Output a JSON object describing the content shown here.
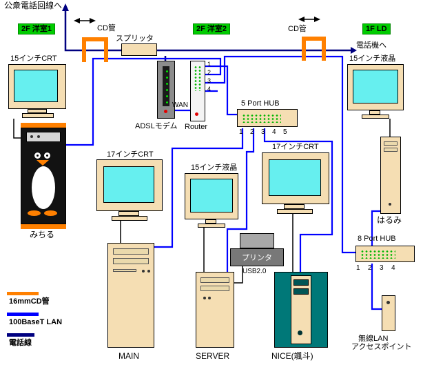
{
  "labels": {
    "public_phone_line": "公衆電話回線へ",
    "cd_pipe": "CD管",
    "splitter": "スプリッタ",
    "to_phone": "電話機へ",
    "wan": "WAN"
  },
  "rooms": [
    {
      "label": "2F 洋室1"
    },
    {
      "label": "2F 洋室2"
    },
    {
      "label": "1F LD"
    }
  ],
  "monitors": {
    "left_crt": "15インチCRT",
    "center_crt1": "17インチCRT",
    "center_lcd": "15インチ液晶",
    "center_crt2": "17インチCRT",
    "right_lcd": "15インチ液晶"
  },
  "devices": {
    "modem": {
      "label": "ADSLモデム"
    },
    "router": {
      "label": "Router",
      "ports": [
        "1",
        "2",
        "3",
        "4"
      ]
    },
    "hub5": {
      "label": "5 Port HUB",
      "ports": [
        "1",
        "2",
        "3",
        "4",
        "5"
      ]
    },
    "hub8": {
      "label": "8 Port HUB",
      "ports": [
        "1",
        "2",
        "3",
        "4"
      ]
    },
    "printer": {
      "label": "プリンタ",
      "interface": "USB2.0"
    },
    "access_point": {
      "line1": "無線LAN",
      "line2": "アクセスポイント"
    }
  },
  "computers": {
    "michiru": "みちる",
    "main": "MAIN",
    "server": "SERVER",
    "nice": "NICE(颯斗)",
    "harumi": "はるみ"
  },
  "legend": [
    {
      "color": "#FF8000",
      "label": "16mmCD管"
    },
    {
      "color": "#0000FF",
      "label": "100BaseT LAN"
    },
    {
      "color": "#000080",
      "label": "電話線"
    }
  ]
}
